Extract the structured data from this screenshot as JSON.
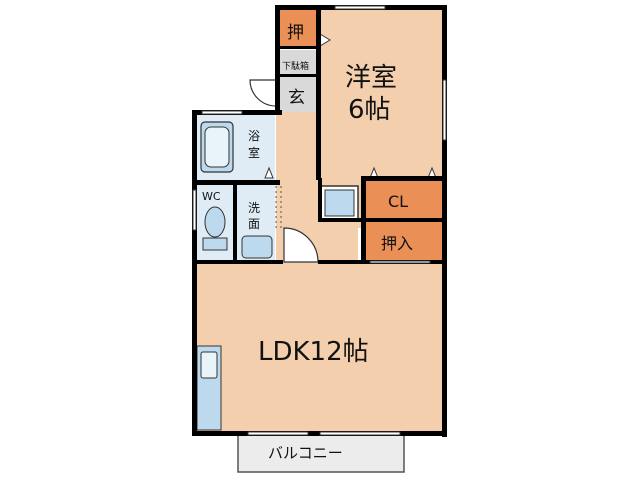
{
  "colors": {
    "room": "#f4cfad",
    "storage": "#ea8f55",
    "genkan": "#d9d9d9",
    "wet": "#e0ecf5",
    "fixture": "#bcd9ee",
    "balcony": "#ececec",
    "wall": "#000000"
  },
  "labels": {
    "western_room": "洋室",
    "western_room_size": "6帖",
    "ldk": "LDK12帖",
    "closet_cl": "CL",
    "oshiire": "押入",
    "oshi_small": "押",
    "genkan": "玄",
    "shoe_box": "下駄箱",
    "bath_1": "浴",
    "bath_2": "室",
    "wc": "WC",
    "wash_1": "洗",
    "wash_2": "面",
    "balcony": "バルコニー"
  }
}
